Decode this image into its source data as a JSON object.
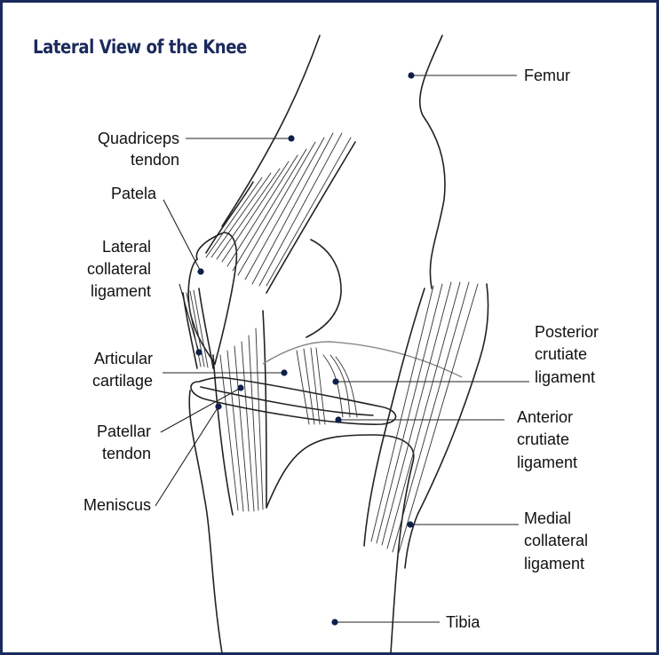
{
  "title": "Lateral View of the Knee",
  "labels": {
    "femur": "Femur",
    "quadriceps_1": "Quadriceps",
    "quadriceps_2": "tendon",
    "patela": "Patela",
    "lcl_1": "Lateral",
    "lcl_2": "collateral",
    "lcl_3": "ligament",
    "cart_1": "Articular",
    "cart_2": "cartilage",
    "ptendon_1": "Patellar",
    "ptendon_2": "tendon",
    "meniscus": "Meniscus",
    "pcl_1": "Posterior",
    "pcl_2": "crutiate",
    "pcl_3": "ligament",
    "acl_1": "Anterior",
    "acl_2": "crutiate",
    "acl_3": "ligament",
    "mcl_1": "Medial",
    "mcl_2": "collateral",
    "mcl_3": "ligament",
    "tibia": "Tibia"
  },
  "colors": {
    "title": "#1b2a5c",
    "frame": "#1b2a5c",
    "marker": "#0f1e4a"
  }
}
